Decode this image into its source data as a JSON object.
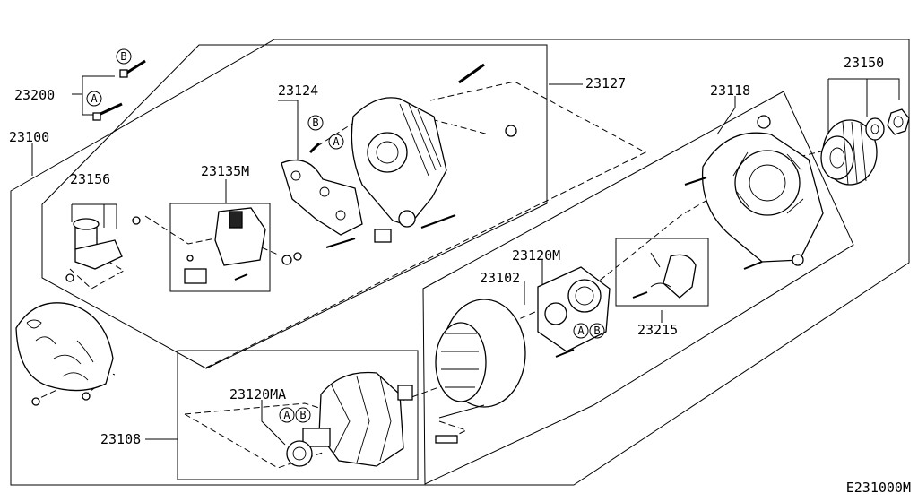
{
  "diagram_code": "E231000M",
  "part_numbers": [
    "23100",
    "23200",
    "23156",
    "23135M",
    "23124",
    "23127",
    "23118",
    "23150",
    "23120M",
    "23102",
    "23215",
    "23120MA",
    "23108"
  ],
  "reference_markers": {
    "a": "A",
    "b": "B"
  }
}
